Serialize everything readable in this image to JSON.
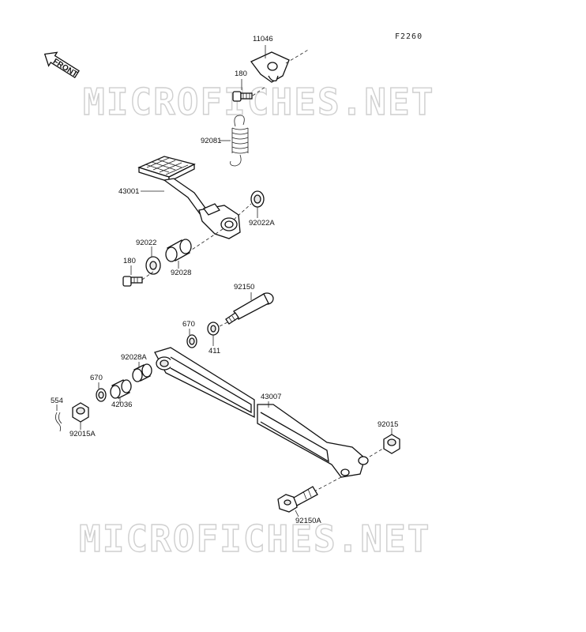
{
  "diagram_code": "F2260",
  "front_label": "FRONT",
  "watermark": "MICROFICHES.NET",
  "labels": {
    "p11046": "11046",
    "p180_top": "180",
    "p92081": "92081",
    "p43001": "43001",
    "p92022A": "92022A",
    "p92022": "92022",
    "p180_mid": "180",
    "p92028": "92028",
    "p92150": "92150",
    "p670_top": "670",
    "p411": "411",
    "p92028A": "92028A",
    "p670_left": "670",
    "p42036": "42036",
    "p554": "554",
    "p92015A": "92015A",
    "p43007": "43007",
    "p92015": "92015",
    "p92150A": "92150A"
  }
}
